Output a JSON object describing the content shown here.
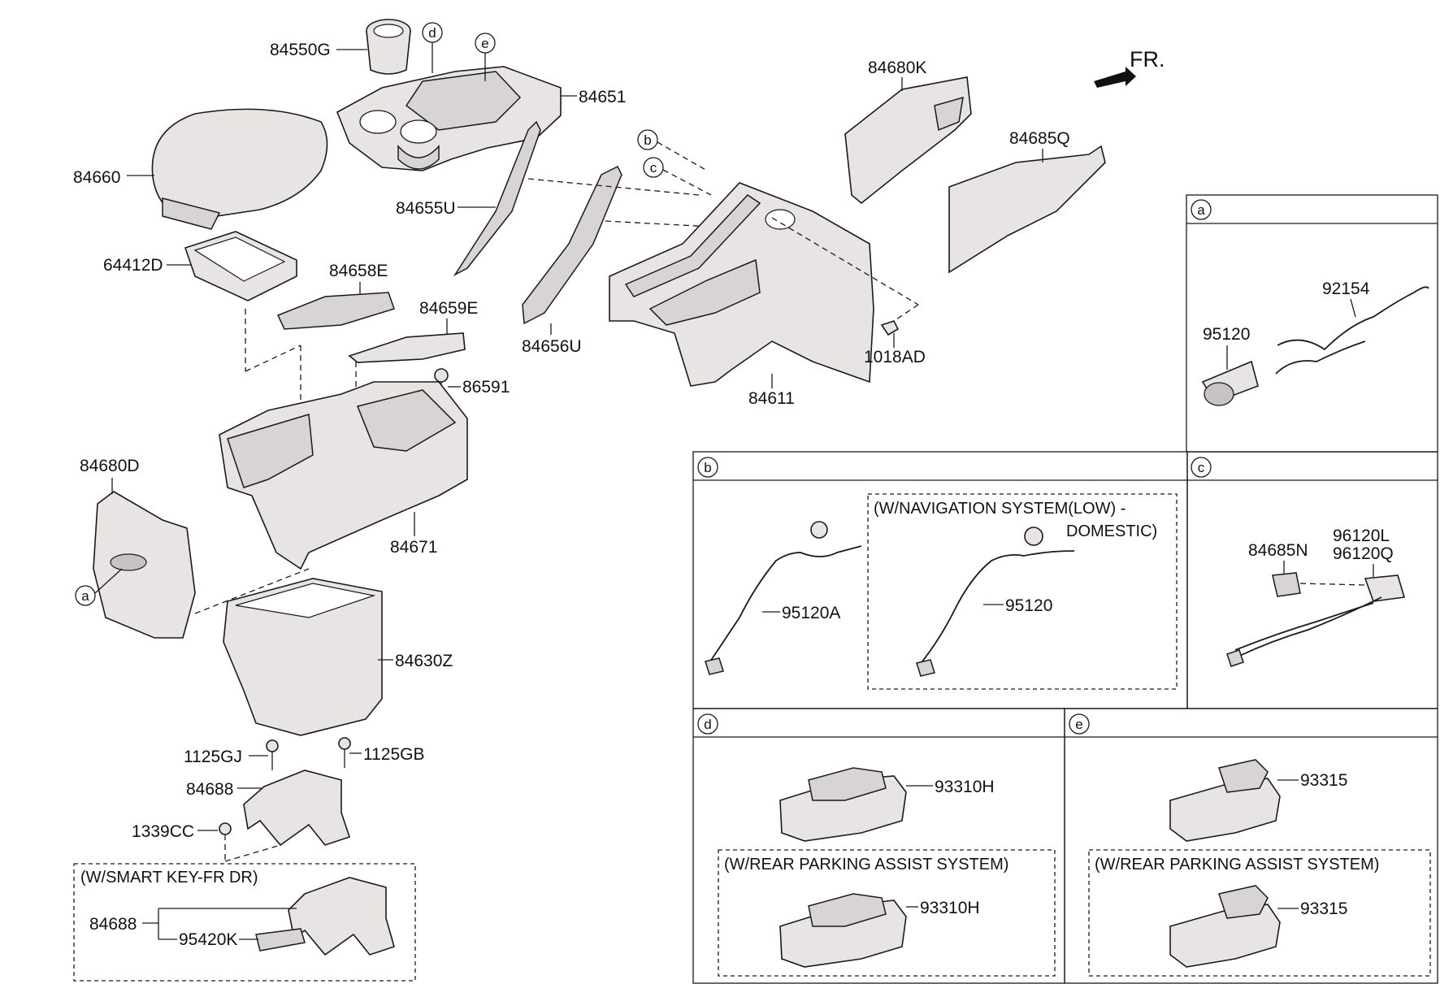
{
  "direction_label": "FR.",
  "parts": {
    "p84550G": "84550G",
    "p84651": "84651",
    "p84660": "84660",
    "p84655U": "84655U",
    "p64412D": "64412D",
    "p84658E": "84658E",
    "p84659E": "84659E",
    "p84656U": "84656U",
    "p86591": "86591",
    "p84680K": "84680K",
    "p84685Q": "84685Q",
    "p1018AD": "1018AD",
    "p84611": "84611",
    "p84680D": "84680D",
    "p84671": "84671",
    "p84630Z": "84630Z",
    "p1125GJ": "1125GJ",
    "p1125GB": "1125GB",
    "p84688": "84688",
    "p1339CC": "1339CC",
    "p84688b": "84688",
    "p95420K": "95420K"
  },
  "callouts": {
    "a": "a",
    "b": "b",
    "c": "c",
    "d": "d",
    "e": "e"
  },
  "captions": {
    "smart_key": "(W/SMART KEY-FR DR)",
    "nav_line1": "(W/NAVIGATION SYSTEM(LOW) -",
    "nav_line2": "DOMESTIC)",
    "rear_d": "(W/REAR PARKING ASSIST SYSTEM)",
    "rear_e": "(W/REAR PARKING ASSIST SYSTEM)"
  },
  "panels": {
    "a": {
      "p92154": "92154",
      "p95120": "95120"
    },
    "b": {
      "p95120A": "95120A",
      "p95120": "95120"
    },
    "c": {
      "p84685N": "84685N",
      "p96120L": "96120L",
      "p96120Q": "96120Q"
    },
    "d": {
      "p93310H": "93310H",
      "p93310H_b": "93310H"
    },
    "e": {
      "p93315": "93315",
      "p93315_b": "93315"
    }
  }
}
